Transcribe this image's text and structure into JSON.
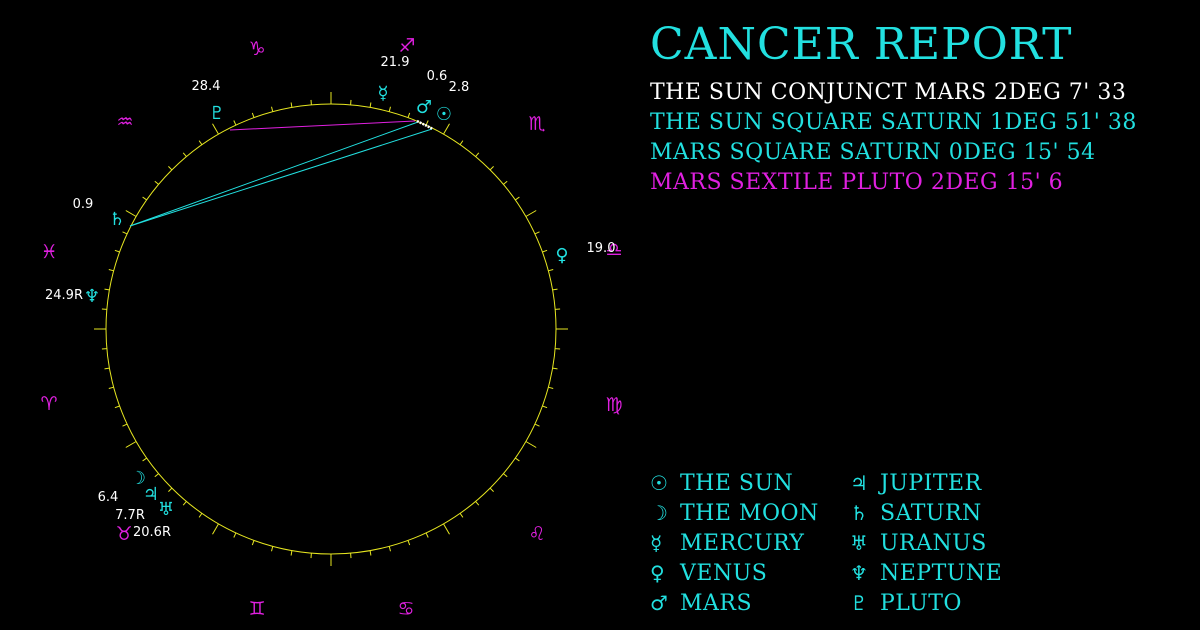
{
  "report": {
    "title": "CANCER REPORT",
    "aspects": [
      {
        "text": "THE SUN CONJUNCT MARS 2DEG 7' 33",
        "color": "#ffffff"
      },
      {
        "text": "THE SUN SQUARE SATURN 1DEG 51' 38",
        "color": "#22e0e0"
      },
      {
        "text": "MARS SQUARE SATURN 0DEG 15' 54",
        "color": "#22e0e0"
      },
      {
        "text": "MARS SEXTILE PLUTO 2DEG 15' 6",
        "color": "#e020e0"
      }
    ]
  },
  "legend": {
    "items": [
      {
        "symbol": "☉",
        "label": "THE SUN",
        "icon": "sun-icon"
      },
      {
        "symbol": "☽",
        "label": "THE MOON",
        "icon": "moon-icon"
      },
      {
        "symbol": "☿",
        "label": "MERCURY",
        "icon": "mercury-icon"
      },
      {
        "symbol": "♀",
        "label": "VENUS",
        "icon": "venus-icon"
      },
      {
        "symbol": "♂",
        "label": "MARS",
        "icon": "mars-icon"
      },
      {
        "symbol": "♃",
        "label": "JUPITER",
        "icon": "jupiter-icon"
      },
      {
        "symbol": "♄",
        "label": "SATURN",
        "icon": "saturn-icon"
      },
      {
        "symbol": "♅",
        "label": "URANUS",
        "icon": "uranus-icon"
      },
      {
        "symbol": "♆",
        "label": "NEPTUNE",
        "icon": "neptune-icon"
      },
      {
        "symbol": "♇",
        "label": "PLUTO",
        "icon": "pluto-icon"
      }
    ]
  },
  "wheel": {
    "colors": {
      "planet": "#22e0e0",
      "sign": "#e020e0",
      "ring": "#e6e620",
      "label": "#ffffff"
    },
    "signs": [
      {
        "symbol": "♑",
        "icon": "capricorn-icon"
      },
      {
        "symbol": "♐",
        "icon": "sagittarius-icon"
      },
      {
        "symbol": "♏",
        "icon": "scorpio-icon"
      },
      {
        "symbol": "♎",
        "icon": "libra-icon"
      },
      {
        "symbol": "♍",
        "icon": "virgo-icon"
      },
      {
        "symbol": "♌",
        "icon": "leo-icon"
      },
      {
        "symbol": "♋",
        "icon": "cancer-icon"
      },
      {
        "symbol": "♊",
        "icon": "gemini-icon"
      },
      {
        "symbol": "♉",
        "icon": "taurus-icon"
      },
      {
        "symbol": "♈",
        "icon": "aries-icon"
      },
      {
        "symbol": "♓",
        "icon": "pisces-icon"
      },
      {
        "symbol": "♒",
        "icon": "aquarius-icon"
      }
    ],
    "planets": [
      {
        "symbol": "♂",
        "icon": "mars-icon",
        "degree": "0.6"
      },
      {
        "symbol": "☉",
        "icon": "sun-icon",
        "degree": "2.8"
      },
      {
        "symbol": "☿",
        "icon": "mercury-icon",
        "degree": "21.9"
      },
      {
        "symbol": "♀",
        "icon": "venus-icon",
        "degree": "19.0"
      },
      {
        "symbol": "♇",
        "icon": "pluto-icon",
        "degree": "28.4"
      },
      {
        "symbol": "♄",
        "icon": "saturn-icon",
        "degree": "0.9"
      },
      {
        "symbol": "♆",
        "icon": "neptune-icon",
        "degree": "24.9R"
      },
      {
        "symbol": "☽",
        "icon": "moon-icon",
        "degree": "6.4"
      },
      {
        "symbol": "♃",
        "icon": "jupiter-icon",
        "degree": "7.7R"
      },
      {
        "symbol": "♅",
        "icon": "uranus-icon",
        "degree": "20.6R"
      }
    ]
  }
}
